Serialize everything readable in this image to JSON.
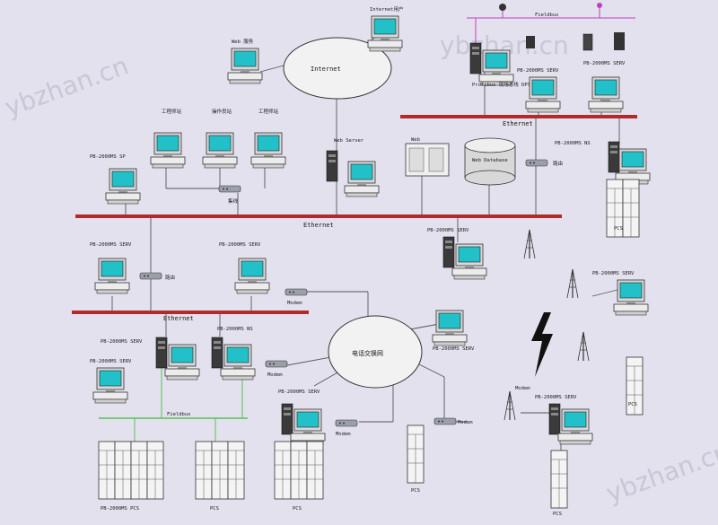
{
  "watermarks": [
    "ybzhan.cn",
    "ybzhan.cn",
    "ybzhan.cn"
  ],
  "clouds": {
    "internet": "Internet",
    "phone_switch": "电话交换网"
  },
  "buses": {
    "top_ethernet": "Ethernet",
    "main_ethernet": "Ethernet",
    "lower_ethernet": "Ethernet"
  },
  "labels": {
    "internet_user": "Internet用户",
    "web_server": "Web 服务",
    "eng_station_1": "工程师站",
    "eng_station_2": "操作员站",
    "eng_station_3": "工程师站",
    "top_left_client": "PB-2000MS SP",
    "hub": "集线",
    "web_server_2": "Web Server",
    "web_box": "Web",
    "db_label": "Web Database",
    "router_main": "路由",
    "right_client_1": "PB-2000MS NS",
    "pcs_top_right": "PCS",
    "fieldbus": "Fieldbus",
    "pbfield_note": "Profibus 现场总线 DPS 服务器",
    "top_client_1": "PB-2000MS SERV",
    "top_client_2": "PB-2000MS SERV",
    "mid_client_1": "PB-2000MS SERV",
    "mid_client_2": "PB-2000MS SERV",
    "router_mid": "路由",
    "modem_1": "Modem",
    "right_station_main": "PB-2000MS SERV",
    "radio_client": "PB-2000MS SERV",
    "low_client_1": "PB-2000MS SERV",
    "low_client_2": "PB-2000MS NS",
    "low_client_3": "PB-2000MS SERV",
    "dial_client": "PB-2000MS SERV",
    "modem_2": "Modem",
    "modem_3": "Modem",
    "modem_4": "Modem",
    "modem_5": "Modem",
    "mid_server": "PB-2000MS SERV",
    "remote_client": "PB-2000MS SERV",
    "fieldbus_low": "Fieldbus",
    "pcs_1": "PB-2000MS PCS",
    "pcs_2": "PCS",
    "pcs_3": "PCS",
    "pcs_4": "PCS",
    "pcs_5": "PCS",
    "pcs_6": "PCS"
  }
}
